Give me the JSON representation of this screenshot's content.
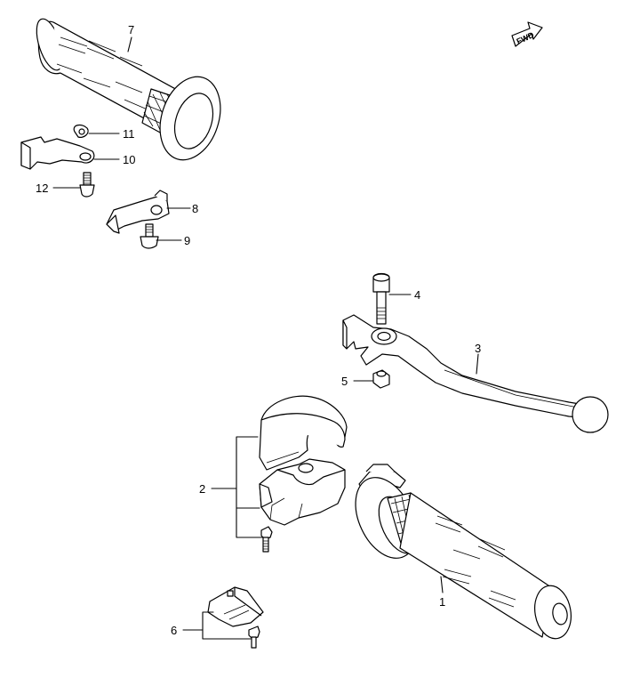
{
  "callouts": [
    {
      "id": "1",
      "text": "1"
    },
    {
      "id": "2",
      "text": "2"
    },
    {
      "id": "3",
      "text": "3"
    },
    {
      "id": "4",
      "text": "4"
    },
    {
      "id": "5",
      "text": "5"
    },
    {
      "id": "6",
      "text": "6"
    },
    {
      "id": "7",
      "text": "7"
    },
    {
      "id": "8",
      "text": "8"
    },
    {
      "id": "9",
      "text": "9"
    },
    {
      "id": "10",
      "text": "10"
    },
    {
      "id": "11",
      "text": "11"
    },
    {
      "id": "12",
      "text": "12"
    }
  ],
  "direction_badge": {
    "text": "FWD",
    "icon": "forward-arrow-icon"
  }
}
